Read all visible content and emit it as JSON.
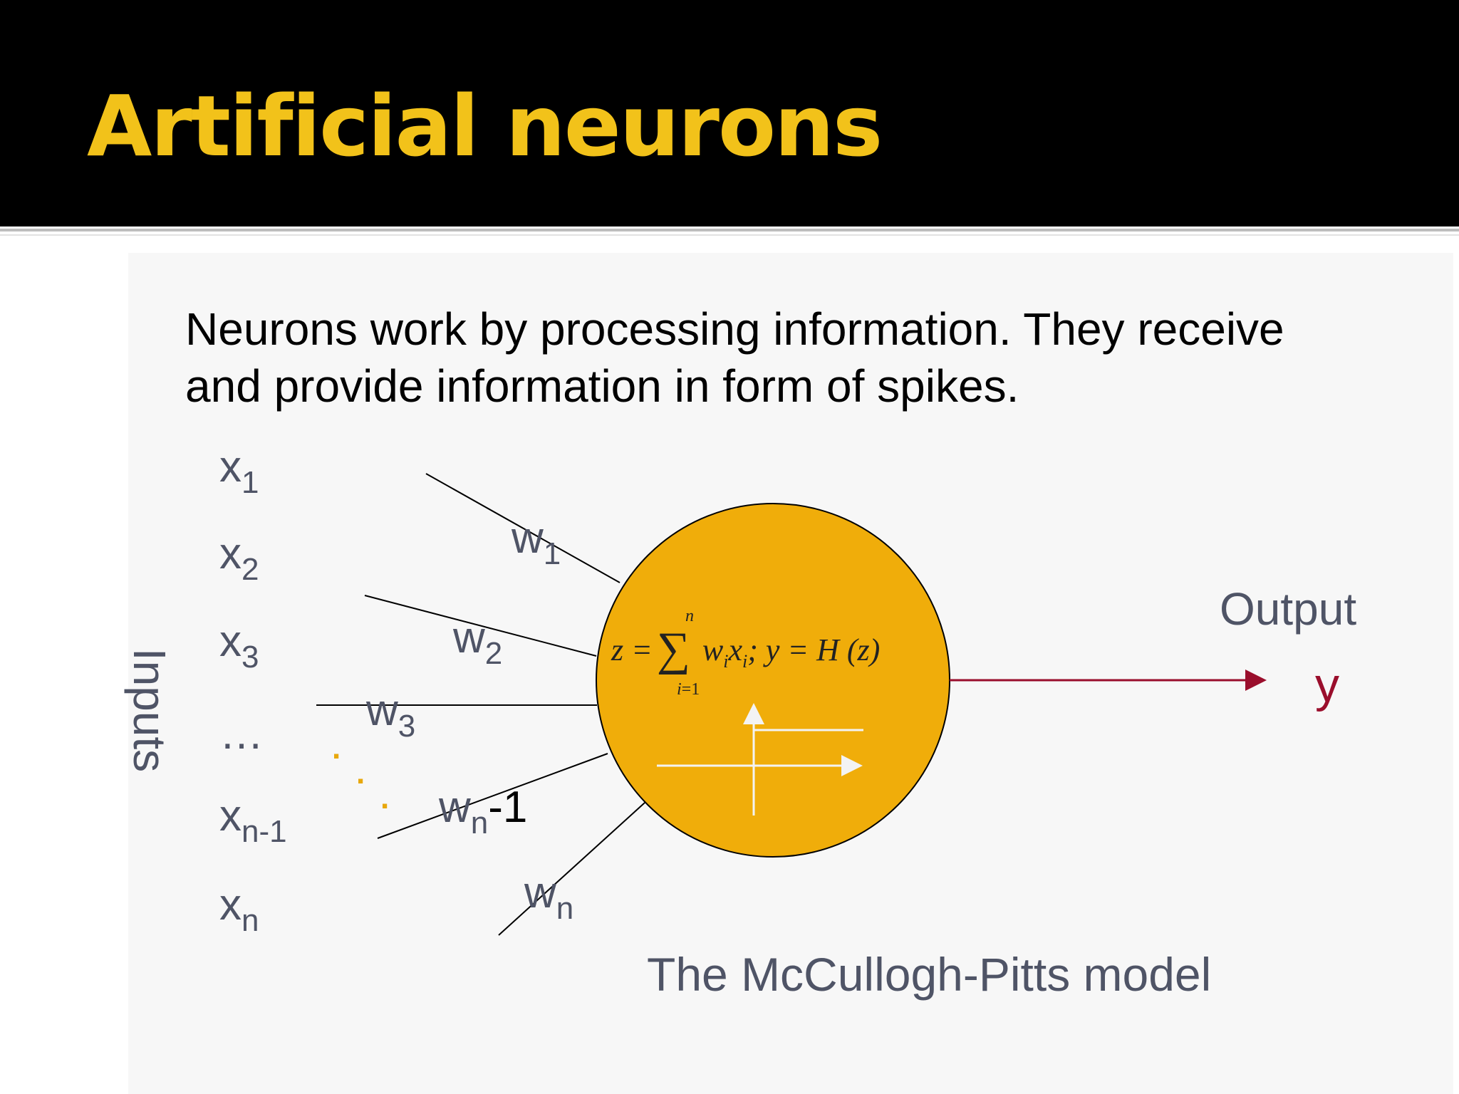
{
  "slide": {
    "title": "Artificial neurons",
    "paragraph_line_1": "Neurons work by processing information. They receive",
    "paragraph_line_2": "and provide information in form of spikes.",
    "caption": "The McCullogh-Pitts model"
  },
  "diagram": {
    "inputs_label": "Inputs",
    "output_label": "Output",
    "output_symbol": "y",
    "inputs": [
      {
        "base": "x",
        "sub": "1"
      },
      {
        "base": "x",
        "sub": "2"
      },
      {
        "base": "x",
        "sub": "3"
      },
      {
        "base": "…",
        "sub": ""
      },
      {
        "base": "x",
        "sub": "n-1"
      },
      {
        "base": "x",
        "sub": "n"
      }
    ],
    "weights": [
      {
        "base": "w",
        "sub": "1",
        "suffix": ""
      },
      {
        "base": "w",
        "sub": "2",
        "suffix": ""
      },
      {
        "base": "w",
        "sub": "3",
        "suffix": ""
      },
      {
        "base": "w",
        "sub": "n",
        "suffix": "-1"
      },
      {
        "base": "w",
        "sub": "n",
        "suffix": ""
      }
    ],
    "ellipsis_dots": ".",
    "formula": {
      "lhs": "z =",
      "sigma": "∑",
      "upper": "n",
      "lower_var": "i",
      "lower_rest": "=1",
      "term_w": "w",
      "term_x": "x",
      "term_sub": "i",
      "sep": ";",
      "rhs": "y = H (z)"
    }
  },
  "colors": {
    "title": "#f2c21a",
    "neuron_fill": "#f0ad0a",
    "label": "#4f5466",
    "output_arrow": "#9a0e2c",
    "dots": "#e8a80c"
  }
}
